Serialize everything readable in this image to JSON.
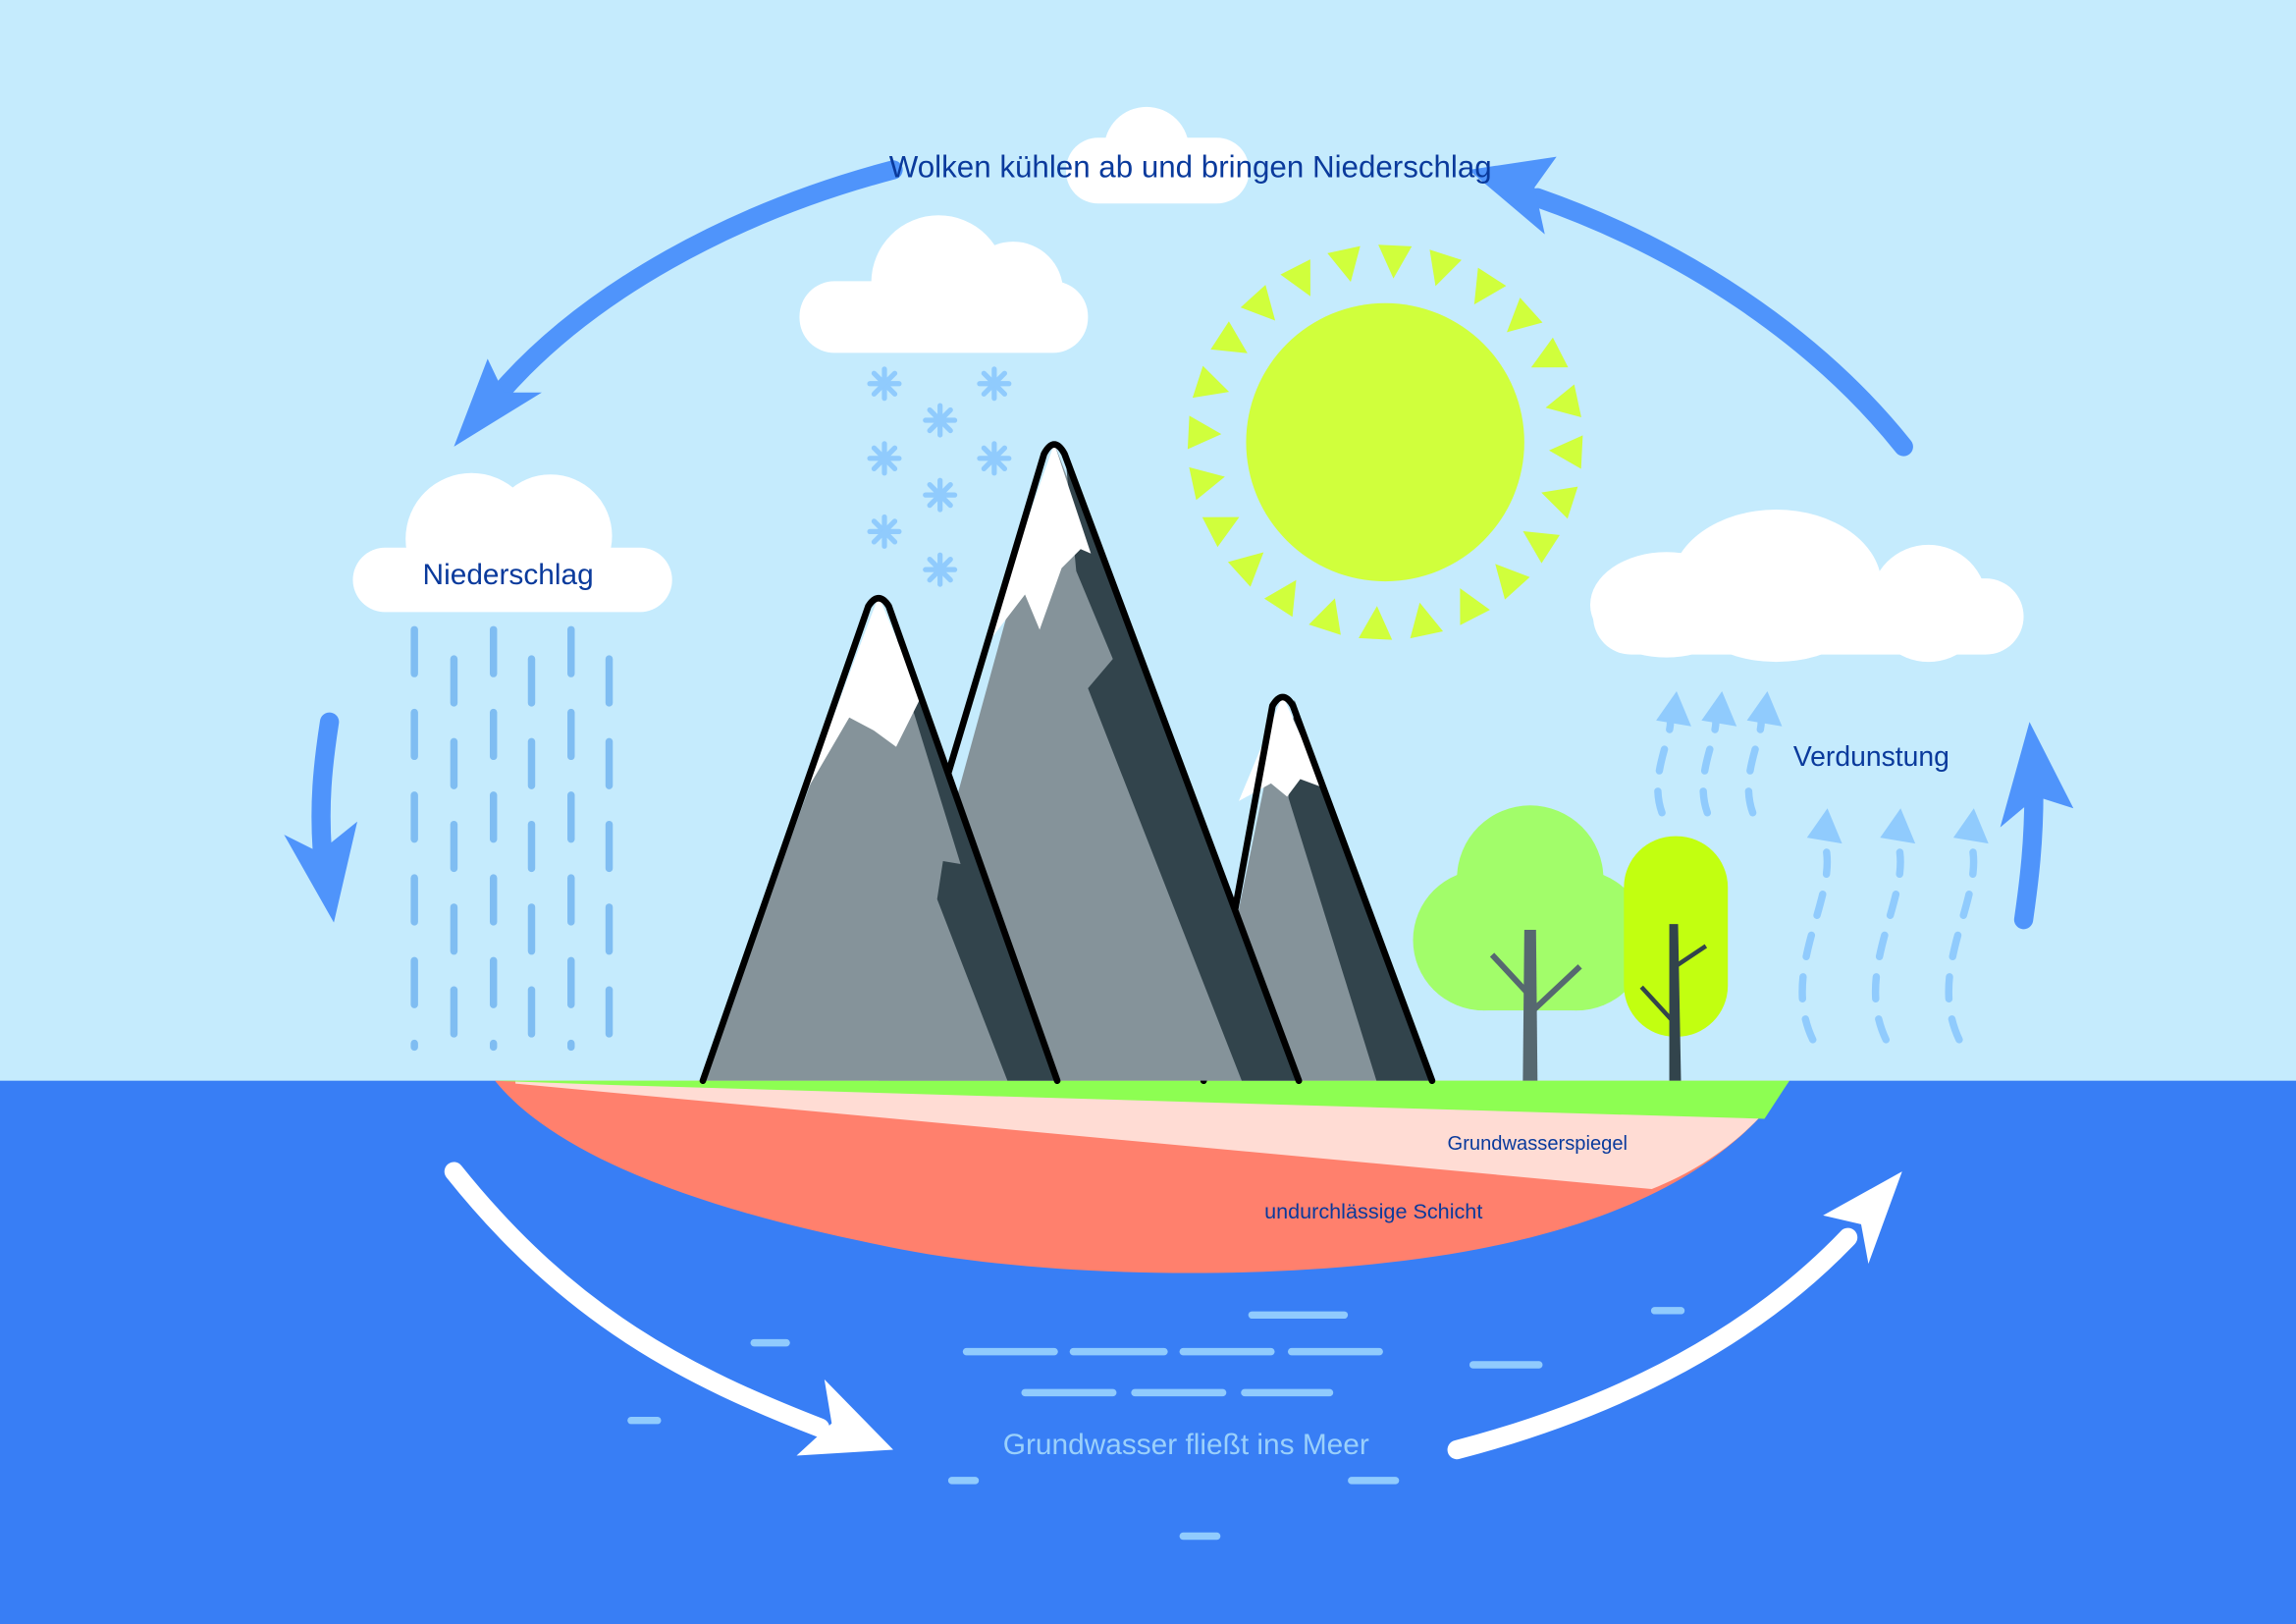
{
  "title": "Wasserkreislauf",
  "labels": {
    "top": "Wolken kühlen ab und bringen Niederschlag",
    "precipitation": "Niederschlag",
    "evaporation": "Verdunstung",
    "water_table": "Grundwasserspiegel",
    "impermeable_layer": "undurchlässige Schicht",
    "groundwater_flow": "Grundwasser fließt ins Meer"
  },
  "icons": {
    "sun": "sun-icon",
    "cloud": "cloud-icon",
    "snowflake": "snowflake-icon",
    "rain": "rain-icon",
    "mountain": "mountain-icon",
    "tree": "tree-icon",
    "cycle_arrow": "arrow-icon",
    "evaporation_arrow": "dashed-arrow-icon"
  },
  "colors": {
    "sky": "#c5ebfd",
    "sea": "#387ef5",
    "cloud": "#ffffff",
    "label_text": "#0a3a9c",
    "sea_text": "#9ad0fb",
    "cycle_arrow_sky": "#4f94fb",
    "cycle_arrow_sea": "#ffffff",
    "sun": "#d0ff3c",
    "mountain_light": "#85939a",
    "mountain_dark": "#32444c",
    "mountain_outline": "#000000",
    "snow": "#ffffff",
    "grass": "#8dfe52",
    "water_table_layer": "#ffdcd4",
    "impermeable_layer": "#ff806d",
    "tree_round": "#a2fd6a",
    "tree_tall": "#c2ff10",
    "trunk_round": "#566870",
    "trunk_tall": "#32444c",
    "rain": "#7fbdf2",
    "snowflake": "#90cbfd",
    "evaporation": "#90cbfd",
    "wave": "#90cbfd"
  }
}
